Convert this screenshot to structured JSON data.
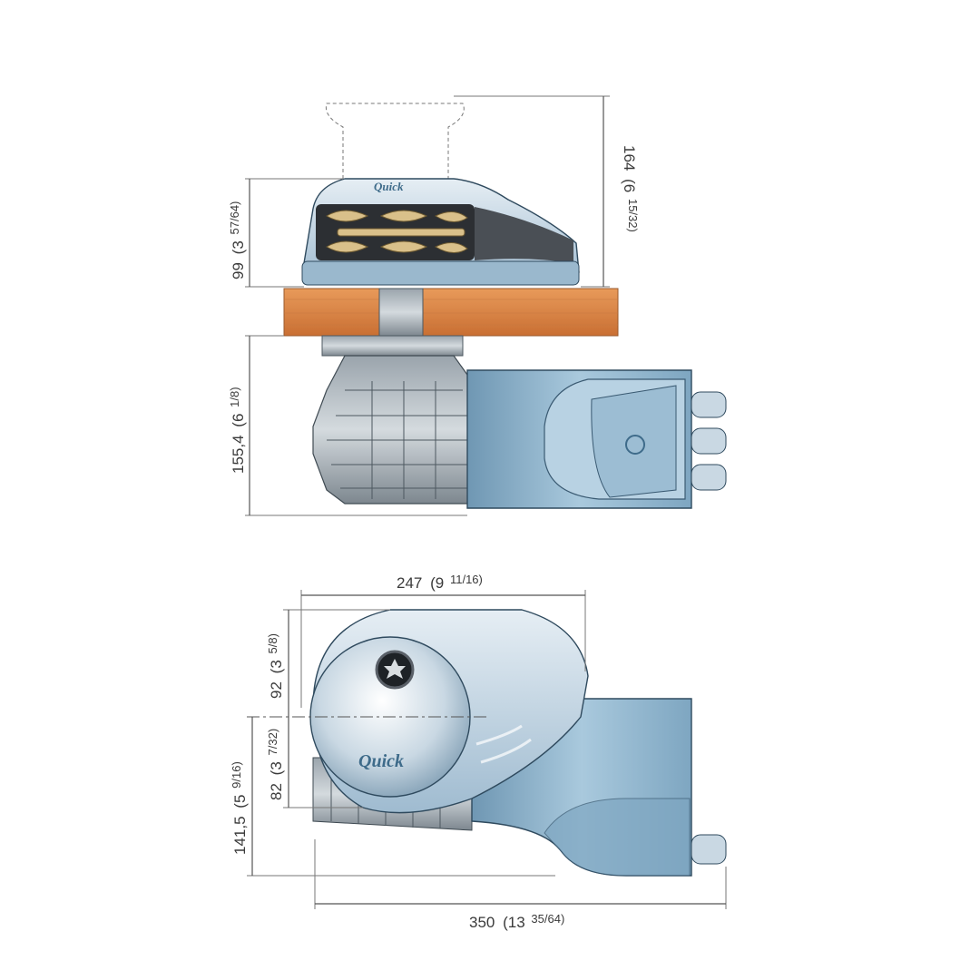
{
  "brand": "Quick",
  "dimensions": {
    "top_height": {
      "value": "164",
      "inch_whole": "(6",
      "inch_frac": "15/32)"
    },
    "above_deck": {
      "value": "99",
      "inch_whole": "(3",
      "inch_frac": "57/64)"
    },
    "below_deck": {
      "value": "155,4",
      "inch_whole": "(6",
      "inch_frac": "1/8)"
    },
    "top_width": {
      "value": "247",
      "inch_whole": "(9",
      "inch_frac": "11/16)"
    },
    "upper_half": {
      "value": "92",
      "inch_whole": "(3",
      "inch_frac": "5/8)"
    },
    "lower_half": {
      "value": "82",
      "inch_whole": "(3",
      "inch_frac": "7/32)"
    },
    "total_depth": {
      "value": "141,5",
      "inch_whole": "(5",
      "inch_frac": "9/16)"
    },
    "total_length": {
      "value": "350",
      "inch_whole": "(13",
      "inch_frac": "35/64)"
    }
  },
  "colors": {
    "body_blue": "#8fb6cf",
    "body_dark": "#5f87a3",
    "deck_wood": "#e08a4a",
    "chrome": "#dbe6ee",
    "gypsy_gold": "#d9c08a"
  }
}
